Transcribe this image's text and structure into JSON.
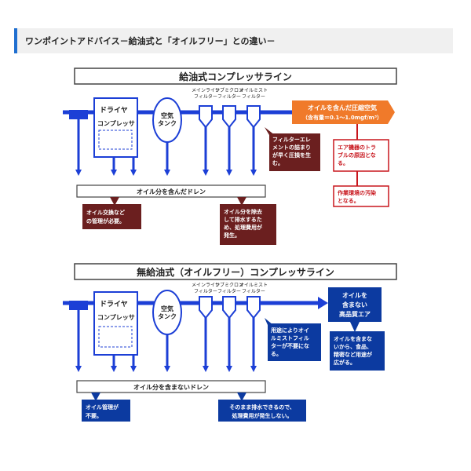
{
  "header": {
    "title": "ワンポイントアドバイス－給油式と「オイルフリー」との違い－"
  },
  "oil": {
    "title": "給油式コンプレッサライン",
    "dryer": "ドライヤ",
    "compressor": "コンプレッサ",
    "tank": [
      "空気",
      "タンク"
    ],
    "filters": [
      [
        "メインライン",
        "フィルター"
      ],
      [
        "サブミクロン",
        "フィルター"
      ],
      [
        "オイルミスト",
        "フィルター"
      ]
    ],
    "output": [
      "オイルを含んだ圧縮空気",
      "（含有量＝0.1～1.0mgf/m³）"
    ],
    "drain": "オイル分を含んだドレン",
    "note_filter": [
      "フィルターエレ",
      "メントの詰まり",
      "が早く圧損を生",
      "む。"
    ],
    "note_trouble": [
      "エア機器のトラ",
      "ブルの原因とな",
      "る。"
    ],
    "note_env": [
      "作業環境の汚染",
      "となる。"
    ],
    "note_maint": [
      "オイル交換など",
      "の管理が必要。"
    ],
    "note_drain": [
      "オイル分を除去",
      "して排水するた",
      "め、処理費用が",
      "発生。"
    ]
  },
  "free": {
    "title": "無給油式（オイルフリー）コンプレッサライン",
    "dryer": "ドライヤ",
    "compressor": "コンプレッサ",
    "tank": [
      "空気",
      "タンク"
    ],
    "filters": [
      [
        "メインライン",
        "フィルター"
      ],
      [
        "サブミクロン",
        "フィルター"
      ],
      [
        "オイルミスト",
        "フィルター"
      ]
    ],
    "output": [
      "オイルを",
      "含まない",
      "高品質エア"
    ],
    "drain": "オイル分を含まないドレン",
    "note_filter": [
      "用途によりオイ",
      "ルミストフィル",
      "ターが不要にな",
      "る。"
    ],
    "note_uses": [
      "オイルを含まな",
      "いから、食品、",
      "精密など用途が",
      "広がる。"
    ],
    "note_maint": [
      "オイル管理が",
      "不要。"
    ],
    "note_drain": [
      "そのまま排水できるので、",
      "処理費用が発生しない。"
    ]
  },
  "colors": {
    "pipe": "#1c3fd6",
    "oil_accent": "#f07a2a",
    "oil_note": "#6b1f1f",
    "alert": "#c8161d",
    "free_note": "#0c3aa0"
  }
}
